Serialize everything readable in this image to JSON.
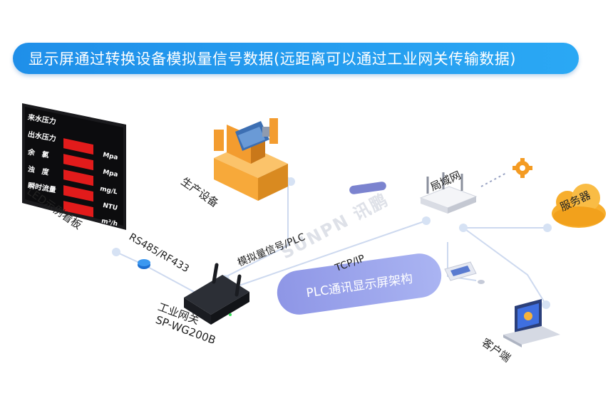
{
  "header": {
    "title": "显示屏通过转换设备模拟量信号数据(远距离可以通过工业网关传输数据)"
  },
  "labels": {
    "led_board": "LED示例看板",
    "production_equipment": "生产设备",
    "rs485": "RS485/RF433",
    "analog_signal": "模拟量信号/PLC",
    "tcp_ip": "TCP/IP",
    "gateway_line1": "工业网关",
    "gateway_line2": "SP-WG200B",
    "lan": "局域网",
    "server": "服务器",
    "client": "客户端",
    "architecture": "PLC通讯显示屏架构",
    "watermark": "SUNPN 讯鹏"
  },
  "led_rows": [
    {
      "name": "来水压力",
      "unit": ""
    },
    {
      "name": "出水压力",
      "unit": "Mpa"
    },
    {
      "name": "余　氯",
      "unit": "Mpa"
    },
    {
      "name": "浊　度",
      "unit": "mg/L"
    },
    {
      "name": "瞬时流量",
      "unit": "NTU"
    },
    {
      "name": "",
      "unit": "m³/h"
    }
  ],
  "colors": {
    "banner": "#1f8fe9",
    "pill": "#8e96e6",
    "line": "#c8d6ee",
    "led_digit": "#ff2a2a",
    "equipment": "#f7a93a"
  }
}
